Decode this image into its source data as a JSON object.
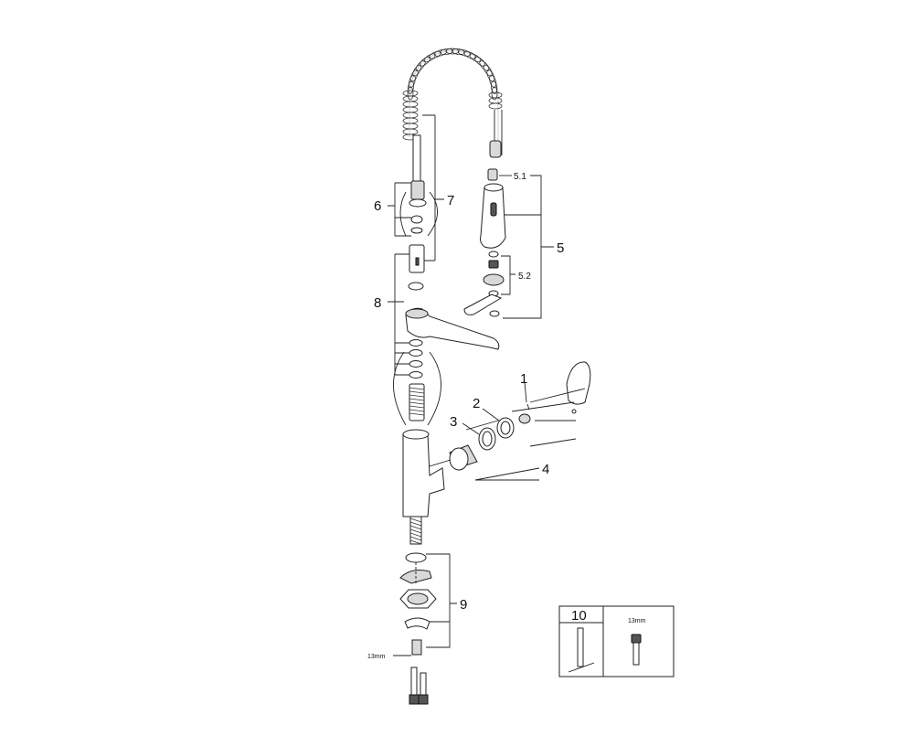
{
  "callouts": {
    "p1": "1",
    "p2": "2",
    "p3": "3",
    "p4": "4",
    "p5": "5",
    "p5_1": "5.1",
    "p5_2": "5.2",
    "p6": "6",
    "p7": "7",
    "p8": "8",
    "p9": "9"
  },
  "tool_box": {
    "number": "10",
    "wrench_size": "13mm"
  },
  "hose_label": "13mm"
}
